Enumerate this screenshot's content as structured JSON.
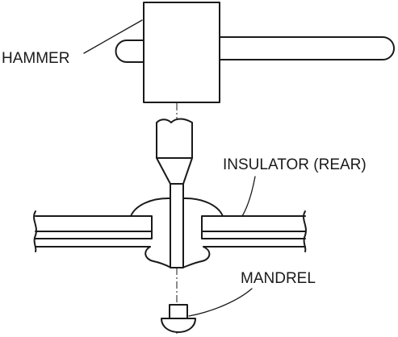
{
  "labels": {
    "hammer": "HAMMER",
    "insulator": "INSULATOR (REAR)",
    "mandrel": "MANDREL"
  }
}
